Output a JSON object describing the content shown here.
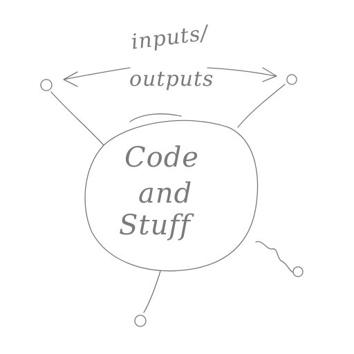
{
  "diagram": {
    "io_label_line1": "inputs/",
    "io_label_line2": "outputs",
    "body_line1": "Code",
    "body_line2": "and",
    "body_line3": "Stuff"
  },
  "colors": {
    "ink": "#777777",
    "background": "#ffffff"
  }
}
